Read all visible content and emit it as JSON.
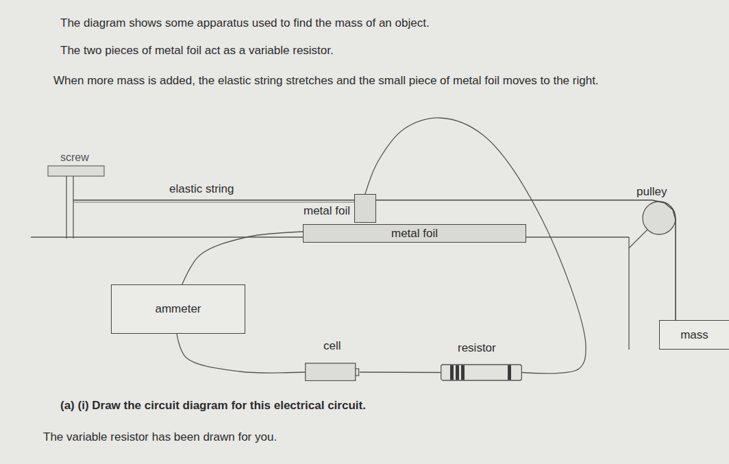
{
  "diagram": {
    "nodes": [
      {
        "text": [
          "metal foil"
        ]
      },
      {
        "text": [
          "metal foil"
        ]
      },
      {
        "text": [
          "ammeter"
        ]
      },
      {
        "text": [
          "mass"
        ]
      },
      {
        "text": [
          "cell"
        ]
      },
      {
        "text": [
          "resistor"
        ]
      }
    ],
    "edges": [
      {
        "from": 1,
        "to": 2,
        "arrow": "none"
      },
      {
        "from": 2,
        "to": 4,
        "arrow": "none"
      },
      {
        "from": 4,
        "to": 5,
        "arrow": "none"
      },
      {
        "from": 5,
        "to": 0,
        "arrow": "none"
      },
      {
        "from": 0,
        "to": 3,
        "arrow": "none"
      }
    ],
    "labels": [
      "The diagram shows some apparatus used to find the mass of an object.",
      "The two pieces of metal foil act as a variable resistor.",
      "When more mass is added, the elastic string stretches and the small piece of metal foil moves to the right.",
      "screw",
      "elastic string",
      "pulley",
      "(a) (i) Draw the circuit diagram for this electrical circuit.",
      "The variable resistor has been drawn for you."
    ]
  }
}
